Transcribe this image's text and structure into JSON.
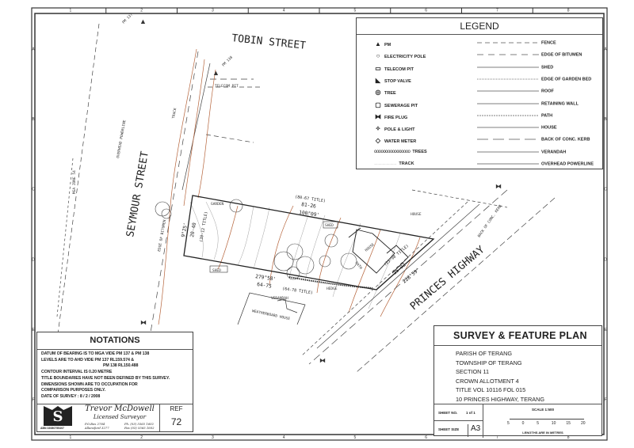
{
  "grid": {
    "columns": [
      "1",
      "2",
      "3",
      "4",
      "5",
      "6",
      "7",
      "8"
    ],
    "rows": [
      "A",
      "B",
      "C",
      "D",
      "E",
      "F"
    ]
  },
  "plan": {
    "streets": {
      "tobin": "TOBIN STREET",
      "seymour": "SEYMOUR STREET",
      "princes": "PRINCES HIGHWAY"
    },
    "labels": {
      "telecom_pit": "TELECOM PIT",
      "track": "TRACK",
      "overhead_powerline": "OVERHEAD POWERLINE",
      "edge_of_bitumen": "EDGE OF BITUMEN",
      "mga_zone": "MGA ZONE 54",
      "garden": "GARDEN",
      "shed1": "SHED",
      "shed2": "SHED",
      "house_lot": "HOUSE",
      "house_neighbour": "HOUSE",
      "path": "PATH",
      "verandah": "VERANDAH",
      "weatherboard_house": "WEATHERBOARD HOUSE",
      "hedge": "HEDGE",
      "back_of_kerb": "BACK OF CONC. KERB",
      "pm_top": "PM 137",
      "pm_mid": "PM 138"
    },
    "dimensions": {
      "north_title": "(80-67 TITLE)",
      "north_len": "81-26",
      "north_brg": "100°09'",
      "south_brg": "279°58'",
      "south_len": "64-75",
      "south_title": "(64-78 TITLE)",
      "west_brg": "9°25'",
      "west_len": "20-40",
      "west_title": "(20-12 TITLE)",
      "east_len": "25-92",
      "east_brg": "228°59'",
      "east_title": "(25-98 TITLE)"
    }
  },
  "legend": {
    "title": "LEGEND",
    "left": [
      {
        "icon": "pm-icon",
        "glyph": "▲",
        "label": "PM"
      },
      {
        "icon": "electricity-pole-icon",
        "glyph": "○",
        "label": "ELECTRICITY POLE"
      },
      {
        "icon": "telecom-pit-icon",
        "glyph": "▭",
        "label": "TELECOM PIT"
      },
      {
        "icon": "stop-valve-icon",
        "glyph": "◣",
        "label": "STOP VALVE"
      },
      {
        "icon": "tree-icon",
        "glyph": "◎",
        "label": "TREE"
      },
      {
        "icon": "sewerage-pit-icon",
        "glyph": "▢",
        "label": "SEWERAGE PIT"
      },
      {
        "icon": "fire-plug-icon",
        "glyph": "⧓",
        "label": "FIRE PLUG"
      },
      {
        "icon": "pole-light-icon",
        "glyph": "✧",
        "label": "POLE & LIGHT"
      },
      {
        "icon": "water-meter-icon",
        "glyph": "◇",
        "label": "WATER METER"
      },
      {
        "icon": "trees-icon",
        "glyph": "oooooooooooooooo",
        "label": "TREES"
      },
      {
        "icon": "track-icon",
        "glyph": "..................................",
        "label": "TRACK"
      }
    ],
    "right": [
      {
        "style": "6 4",
        "label": "FENCE"
      },
      {
        "style": "8 6",
        "label": "EDGE OF BITUMEN"
      },
      {
        "style": "",
        "label": "SHED"
      },
      {
        "style": "1 1",
        "label": "EDGE OF GARDEN BED"
      },
      {
        "style": "",
        "label": "ROOF"
      },
      {
        "style": "",
        "label": "RETAINING WALL"
      },
      {
        "style": "2 1",
        "label": "PATH"
      },
      {
        "style": "",
        "label": "HOUSE"
      },
      {
        "style": "14 6",
        "label": "BACK OF CONC. KERB"
      },
      {
        "style": "",
        "label": "VERANDAH"
      },
      {
        "style": "",
        "label": "OVERHEAD POWERLINE"
      }
    ]
  },
  "notations": {
    "title": "NOTATIONS",
    "lines": [
      "DATUM OF BEARING IS TO MGA VIDE PM 137 & PM 138",
      "LEVELS ARE TO AHD VIDE PM 137 RL159.574 &",
      "PM 138 RL150.488",
      "CONTOUR INTERVAL IS 0.20 METRE",
      "TITLE BOUNDARIES HAVE NOT BEEN DEFINED BY THIS SURVEY.",
      "DIMENSIONS SHOWN ARE TO OCCUPATION FOR",
      "COMPARISON PURPOSES ONLY.",
      "DATE OF SURVEY :    8 / 2 / 2008"
    ]
  },
  "surveyor": {
    "name": "Trevor McDowell",
    "title": "Licensed Surveyor",
    "po_box": "P.O.Box 2784",
    "town": "Allansford 3277",
    "ph": "Ph. (03) 5565 1602",
    "fax": "Fax (03) 5565 1602",
    "abn": "ABN 33080755407",
    "ref_label": "REF",
    "ref_value": "72"
  },
  "title_block": {
    "title": "SURVEY & FEATURE PLAN",
    "lines": [
      "PARISH OF TERANG",
      "TOWNSHIP OF TERANG",
      "SECTION 11",
      "CROWN ALLOTMENT 4",
      "TITLE  VOL 10116 FOL 015",
      "10 PRINCES HIGHWAY, TERANG"
    ],
    "sheet_no_label": "SHEET NO.",
    "sheet_no": "1 of 1",
    "sheet_size_label": "SHEET SIZE",
    "sheet_size": "A3",
    "scale": "SCALE 1:500",
    "scale_ticks": [
      "5",
      "0",
      "5",
      "10",
      "15",
      "20"
    ],
    "lengths_note": "LENGTHS ARE IN METRES"
  }
}
